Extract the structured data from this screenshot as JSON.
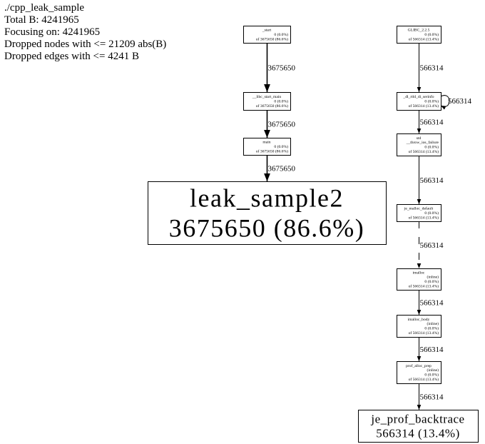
{
  "header": {
    "program": "./cpp_leak_sample",
    "total": "Total B: 4241965",
    "focusing": "Focusing on: 4241965",
    "dropped_nodes": "Dropped nodes with <= 21209 abs(B)",
    "dropped_edges": "Dropped edges with <= 4241 B"
  },
  "nodes": {
    "start": {
      "lines": [
        "_start",
        "0 (0.0%)",
        "of 3675650 (86.6%)"
      ]
    },
    "libc_start": {
      "lines": [
        "__libc_start_main",
        "0 (0.0%)",
        "of 3675650 (86.6%)"
      ]
    },
    "main": {
      "lines": [
        "main",
        "0 (0.0%)",
        "of 3675650 (86.6%)"
      ]
    },
    "leak": {
      "lines": [
        "leak_sample2",
        "3675650 (86.6%)"
      ]
    },
    "glibc": {
      "lines": [
        "GLIBC_2.2.5",
        "0 (0.0%)",
        "of 566314 (13.4%)"
      ]
    },
    "dl_rtld": {
      "lines": [
        "_dl_rtld_di_serinfo",
        "0 (0.0%)",
        "of 566314 (13.4%)"
      ]
    },
    "std_throw": {
      "lines": [
        "std",
        "__throw_ios_failure",
        "0 (0.0%)",
        "of 566314 (13.4%)"
      ]
    },
    "je_malloc": {
      "lines": [
        "je_malloc_default",
        "0 (0.0%)",
        "of 566314 (13.4%)"
      ]
    },
    "imalloc": {
      "lines": [
        "imalloc",
        "(inline)",
        "0 (0.0%)",
        "of 566314 (13.4%)"
      ]
    },
    "imalloc_body": {
      "lines": [
        "imalloc_body",
        "(inline)",
        "0 (0.0%)",
        "of 566314 (13.4%)"
      ]
    },
    "prof_alloc": {
      "lines": [
        "prof_alloc_prep",
        "(inline)",
        "0 (0.0%)",
        "of 566314 (13.4%)"
      ]
    },
    "je_prof": {
      "lines": [
        "je_prof_backtrace",
        "566314 (13.4%)"
      ]
    }
  },
  "edges": {
    "start_libc": "3675650",
    "libc_main": "3675650",
    "main_leak": "3675650",
    "glibc_dl": "566314",
    "dl_self": "566314",
    "dl_std": "566314",
    "std_je": "566314",
    "je_imalloc": "566314",
    "imalloc_body": "566314",
    "body_prof": "566314",
    "prof_je": "566314"
  }
}
